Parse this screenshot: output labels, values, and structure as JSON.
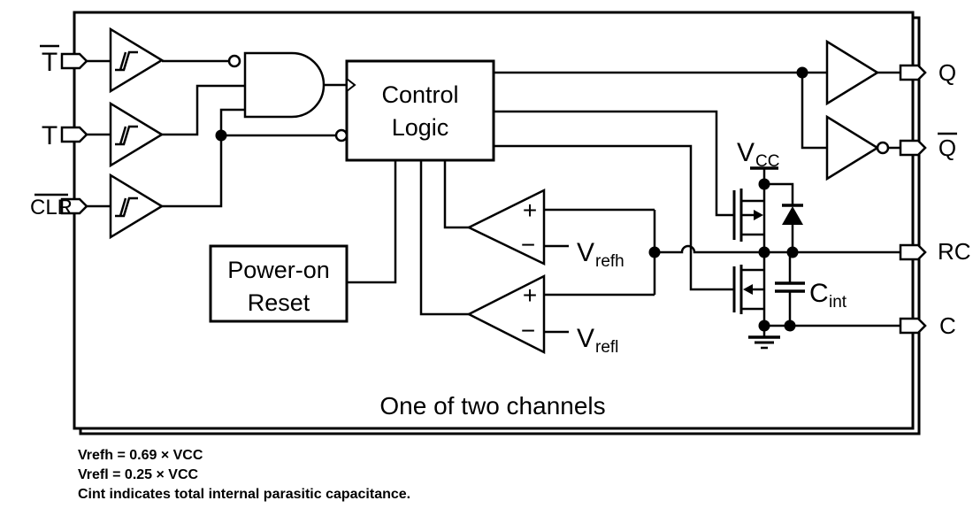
{
  "pins": {
    "t_bar": "T",
    "t": "T",
    "clr": "CLR",
    "q": "Q",
    "q_bar": "Q",
    "rc": "RC",
    "c": "C"
  },
  "blocks": {
    "control_logic_line1": "Control",
    "control_logic_line2": "Logic",
    "por_line1": "Power-on",
    "por_line2": "Reset"
  },
  "comparator": {
    "plus": "+",
    "minus": "−"
  },
  "labels": {
    "v_main": "V",
    "refh_sub": "refh",
    "refl_sub": "refl",
    "vcc_main": "V",
    "vcc_sub": "CC",
    "cint_main": "C",
    "cint_sub": "int"
  },
  "caption": "One of two channels",
  "notes": [
    "Vrefh = 0.69 × VCC",
    "Vrefl = 0.25 × VCC",
    "Cint indicates total internal parasitic capacitance."
  ],
  "colors": {
    "line": "#000000",
    "background": "#ffffff"
  }
}
